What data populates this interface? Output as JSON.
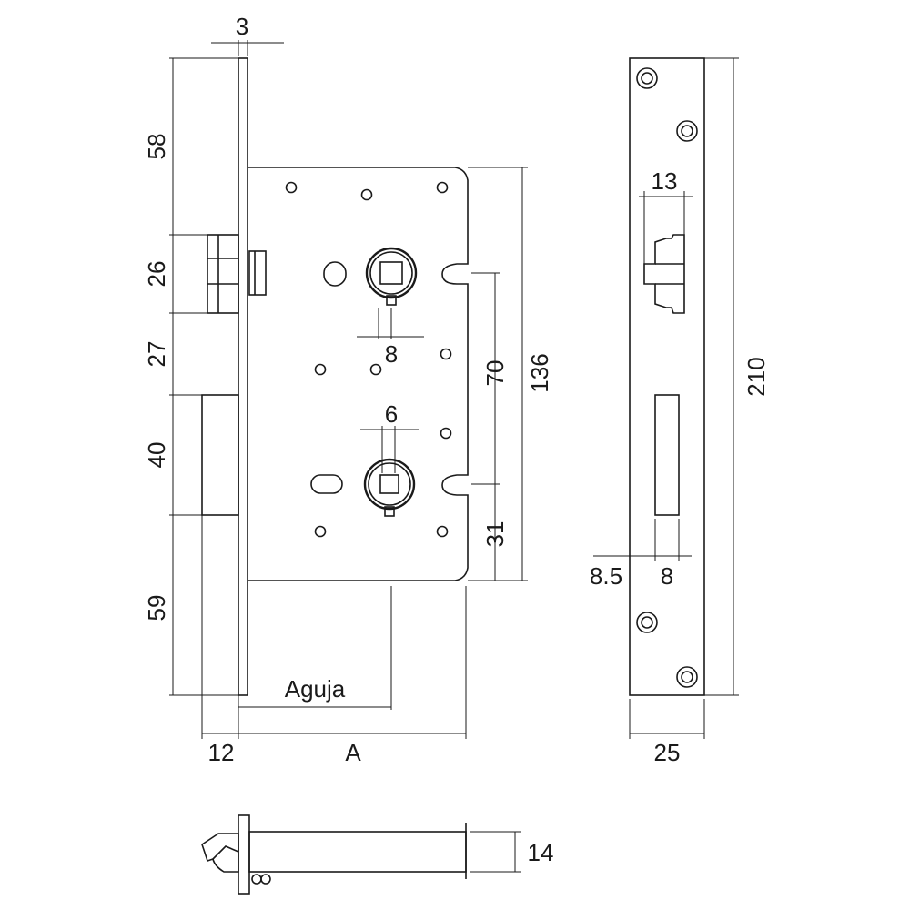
{
  "dimensions": {
    "faceplate_thickness": "3",
    "top_to_latch": "58",
    "latch_height": "26",
    "latch_to_bolt": "27",
    "bolt_height": "40",
    "bolt_to_bottom": "59",
    "spindle_size": "8",
    "cylinder_size": "6",
    "spindle_to_cylinder": "70",
    "case_height": "136",
    "cylinder_to_bottom": "31",
    "bolt_throw": "12",
    "backset_label": "A",
    "backset_name": "Aguja",
    "strike_latch_width": "13",
    "plate_length": "210",
    "bolt_offset": "8.5",
    "bolt_width": "8",
    "plate_width": "25",
    "case_depth": "14"
  }
}
